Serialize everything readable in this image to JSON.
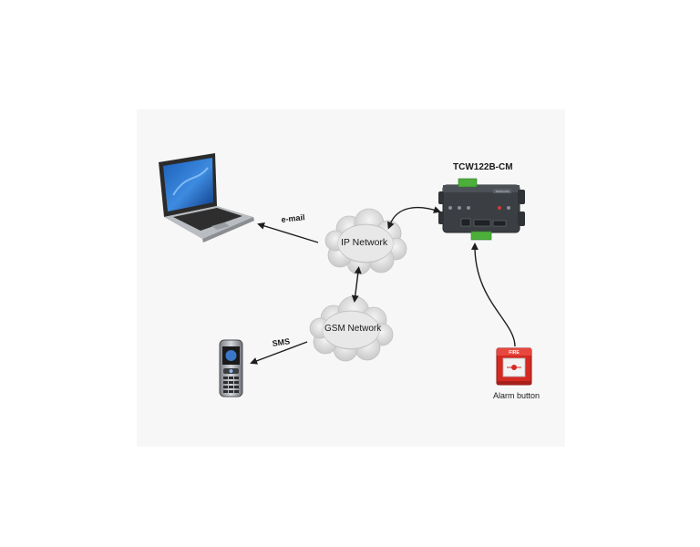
{
  "nodes": {
    "ip_network": {
      "label": "IP Network"
    },
    "gsm_network": {
      "label": "GSM Network"
    },
    "device": {
      "label": "TCW122B-CM",
      "brand_text": "TERACOM"
    },
    "alarm": {
      "label": "Alarm button",
      "fire_text": "FIRE"
    }
  },
  "edges": {
    "email": {
      "label": "e-mail"
    },
    "sms": {
      "label": "SMS"
    }
  },
  "colors": {
    "panel": "#f7f7f7",
    "arrow": "#1e1e1e",
    "cloud_fill": "#e2e2e2",
    "device_body": "#3b3f44",
    "terminal_green": "#4caf3a",
    "alarm_red": "#d42a22"
  }
}
